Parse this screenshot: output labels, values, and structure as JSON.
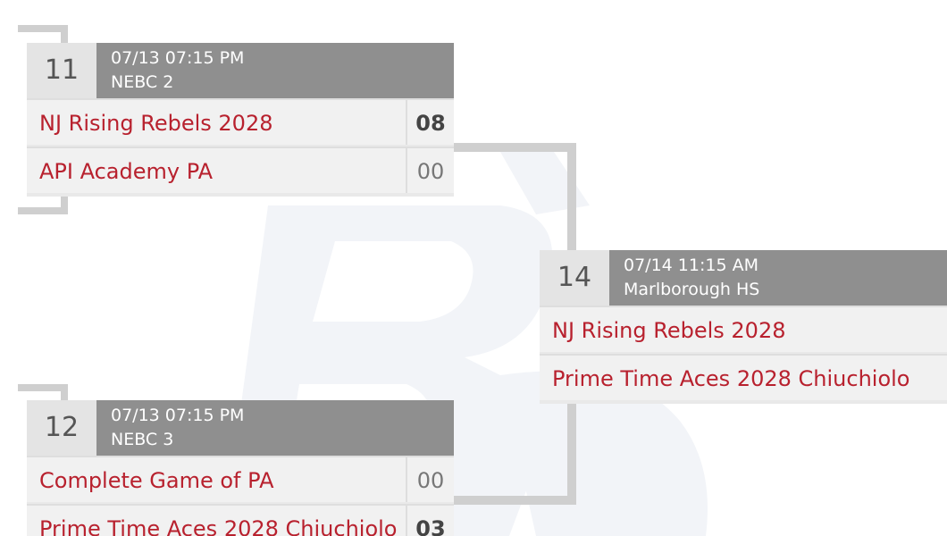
{
  "games": [
    {
      "number": "11",
      "datetime": "07/13 07:15 PM",
      "venue": "NEBC 2",
      "teams": [
        {
          "name": "NJ Rising Rebels 2028",
          "score": "08",
          "winner": true
        },
        {
          "name": "API Academy PA",
          "score": "00",
          "winner": false
        }
      ]
    },
    {
      "number": "12",
      "datetime": "07/13 07:15 PM",
      "venue": "NEBC 3",
      "teams": [
        {
          "name": "Complete Game of PA",
          "score": "00",
          "winner": false
        },
        {
          "name": "Prime Time Aces 2028 Chiuchiolo",
          "score": "03",
          "winner": true
        }
      ]
    },
    {
      "number": "14",
      "datetime": "07/14 11:15 AM",
      "venue": "Marlborough HS",
      "teams": [
        {
          "name": "NJ Rising Rebels 2028"
        },
        {
          "name": "Prime Time Aces 2028 Chiuchiolo"
        }
      ]
    }
  ],
  "colors": {
    "team_text": "#b8212e",
    "header_bg": "#8f8f8f",
    "number_bg": "#e4e4e4",
    "row_bg": "#f1f1f1",
    "connector": "#cfcfcf",
    "watermark": "#f2f4f8"
  },
  "watermark_icon": "pg-logo-watermark"
}
